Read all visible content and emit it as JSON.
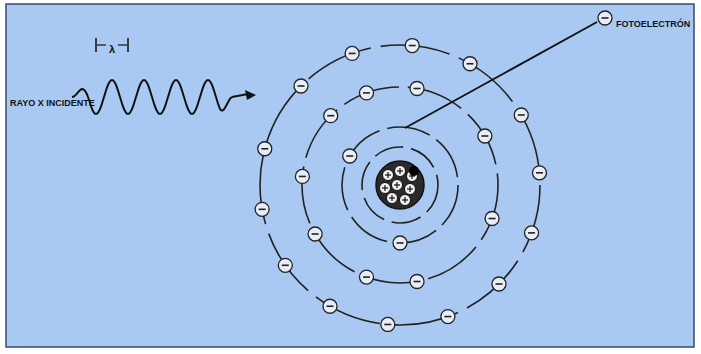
{
  "diagram": {
    "labels": [
      "FOTOELECTRÓN",
      "RAYO X INCIDENTE",
      "λ"
    ]
  }
}
